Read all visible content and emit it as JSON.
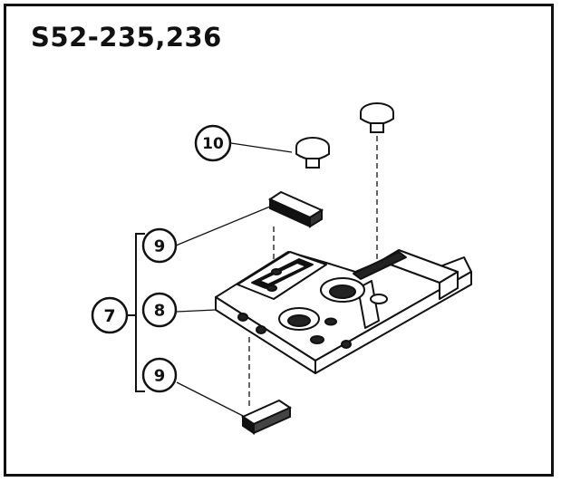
{
  "title": "S52-235,236",
  "callouts": [
    {
      "id": "c10",
      "label": "10"
    },
    {
      "id": "c9a",
      "label": "9"
    },
    {
      "id": "c7",
      "label": "7"
    },
    {
      "id": "c8",
      "label": "8"
    },
    {
      "id": "c9b",
      "label": "9"
    }
  ]
}
